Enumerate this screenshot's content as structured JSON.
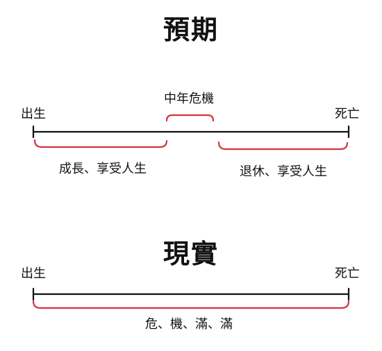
{
  "expected": {
    "title": "預期",
    "start_label": "出生",
    "end_label": "死亡",
    "midlife_label": "中年危機",
    "growth_label": "成長、享受人生",
    "retire_label": "退休、享受人生"
  },
  "reality": {
    "title": "現實",
    "start_label": "出生",
    "end_label": "死亡",
    "span_label": "危、機、滿、滿"
  },
  "colors": {
    "axis": "#111111",
    "brace": "#d6333a"
  }
}
